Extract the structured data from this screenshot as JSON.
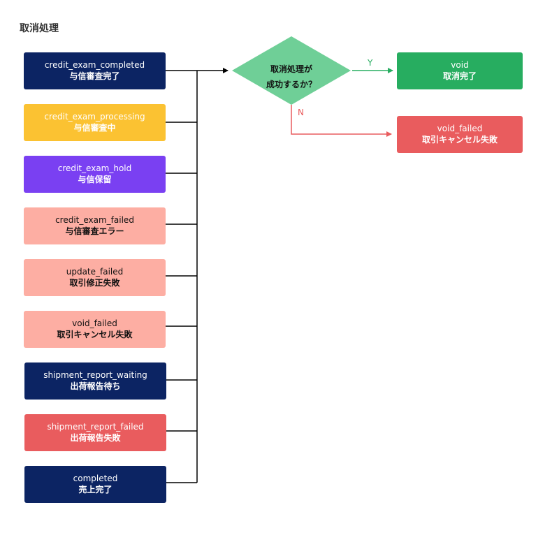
{
  "title": "取消処理",
  "sources": [
    {
      "code": "credit_exam_completed",
      "label": "与信審査完了",
      "color": "#0c2463"
    },
    {
      "code": "credit_exam_processing",
      "label": "与信審査中",
      "color": "#fbc232"
    },
    {
      "code": "credit_exam_hold",
      "label": "与信保留",
      "color": "#7a40f2"
    },
    {
      "code": "credit_exam_failed",
      "label": "与信審査エラー",
      "color": "#fdaea3"
    },
    {
      "code": "update_failed",
      "label": "取引修正失敗",
      "color": "#fdaea3"
    },
    {
      "code": "void_failed",
      "label": "取引キャンセル失敗",
      "color": "#fdaea3"
    },
    {
      "code": "shipment_report_waiting",
      "label": "出荷報告待ち",
      "color": "#0c2463"
    },
    {
      "code": "shipment_report_failed",
      "label": "出荷報告失敗",
      "color": "#e95c5e"
    },
    {
      "code": "completed",
      "label": "売上完了",
      "color": "#0c2463"
    }
  ],
  "decision": {
    "line1": "取消処理が",
    "line2": "成功するか？",
    "color": "#6fcf97"
  },
  "branches": {
    "yes_label": "Y",
    "no_label": "N",
    "yes_color": "#27ad60",
    "no_color": "#e95c5e"
  },
  "results": {
    "success": {
      "code": "void",
      "label": "取消完了",
      "color": "#27ad60"
    },
    "failure": {
      "code": "void_failed",
      "label": "取引キャンセル失敗",
      "color": "#e95c5e"
    }
  }
}
